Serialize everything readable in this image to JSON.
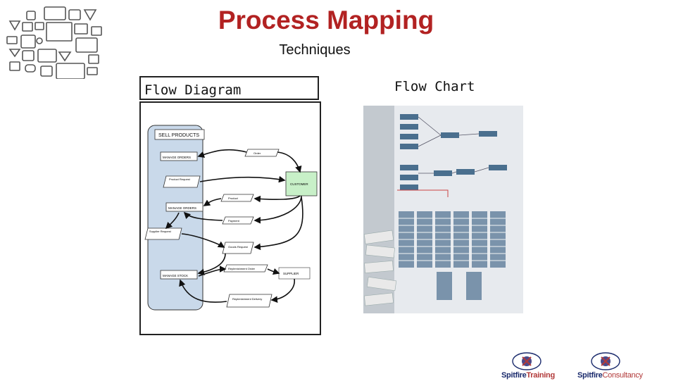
{
  "title": "Process Mapping",
  "subtitle": "Techniques",
  "flow_diagram": {
    "label": "Flow Diagram",
    "swimlane_title": "SELL PRODUCTS",
    "nodes": {
      "order": "Order",
      "manage_orders_1": "MANAGE ORDERS",
      "product_request": "Product Request",
      "customer": "CUSTOMER",
      "product": "Product",
      "manage_orders_2": "MANAGE ORDERS",
      "payment": "Payment",
      "supplier_request": "Supplier Request",
      "goods_request": "Goods Request",
      "replenishment_order": "Replenishment Order",
      "manage_stock": "MANAGE STOCK",
      "supplier": "SUPPLIER",
      "replenishment_delivery": "Replenishment Delivery"
    }
  },
  "flow_chart": {
    "label": "Flow Chart"
  },
  "logos": {
    "training": {
      "brand": "Spitfire",
      "suffix": "Training"
    },
    "consultancy": {
      "brand": "Spitfire",
      "suffix": "Consultancy"
    }
  },
  "colors": {
    "title": "#b22222",
    "swimlane": "#c9d9ea",
    "customer_box": "#c8f0c8",
    "logo_brand": "#1a2a6c",
    "logo_suffix": "#b23a3a"
  }
}
